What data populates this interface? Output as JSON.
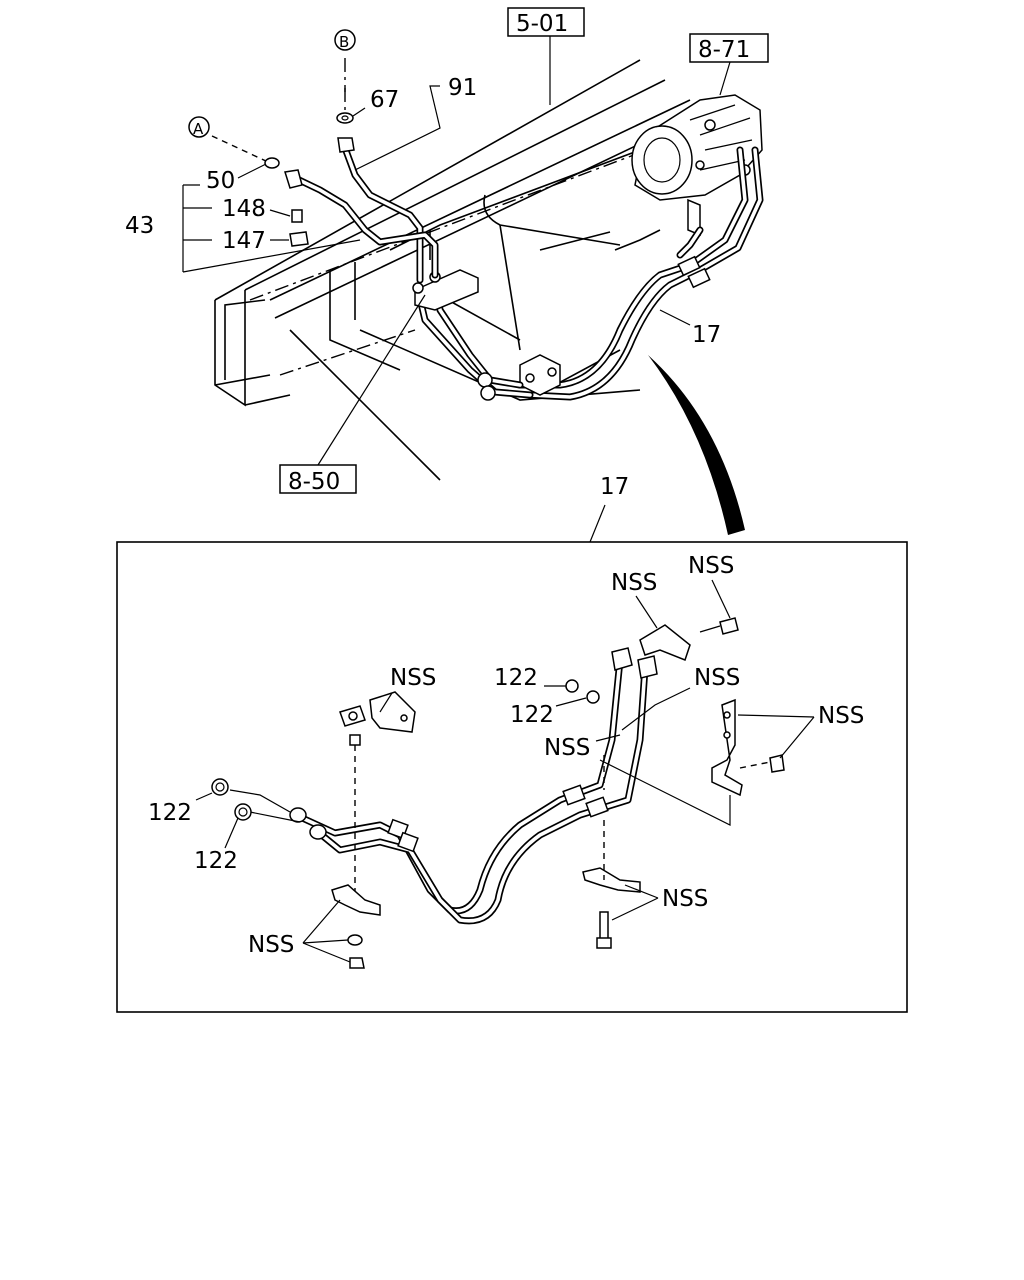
{
  "callouts": {
    "ref_5_01": "5-01",
    "ref_8_71": "8-71",
    "ref_8_50": "8-50",
    "circle_a": "A",
    "circle_b": "B",
    "p91": "91",
    "p67": "67",
    "p50": "50",
    "p43": "43",
    "p148": "148",
    "p147": "147",
    "p17_top": "17",
    "p17_detail": "17"
  },
  "detail": {
    "nss_1": "NSS",
    "nss_2": "NSS",
    "nss_3": "NSS",
    "nss_4": "NSS",
    "nss_5": "NSS",
    "nss_6": "NSS",
    "nss_7": "NSS",
    "nss_8": "NSS",
    "p122_1": "122",
    "p122_2": "122",
    "p122_3": "122",
    "p122_4": "122"
  }
}
